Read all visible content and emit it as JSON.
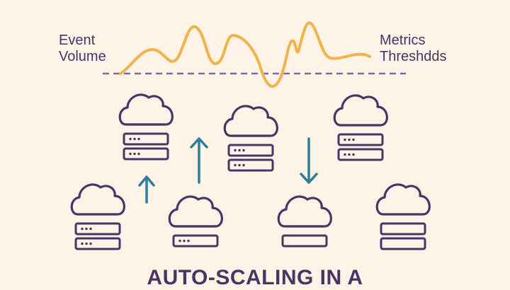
{
  "metric_labels": {
    "left": [
      "Event",
      "Volume"
    ],
    "right": [
      "Metrics",
      "Threshdds"
    ]
  },
  "title": "AUTO-SCALING IN A",
  "colors": {
    "background": "#fdf4e7",
    "outline": "#4a3466",
    "wave": "#f2b24c",
    "threshold_line": "#7a68a8",
    "arrow": "#2e7e98"
  },
  "icons": {
    "node": "cloud-server-icon",
    "scale_up": "arrow-up-icon",
    "scale_down": "arrow-down-icon"
  }
}
